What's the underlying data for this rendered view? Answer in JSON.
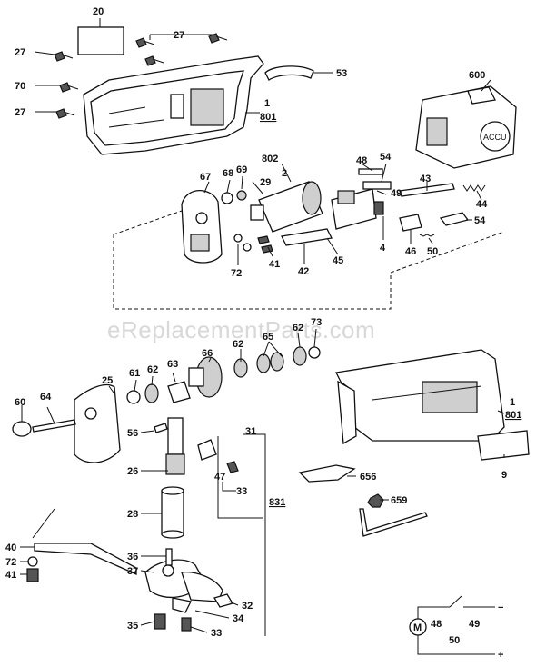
{
  "watermark": "eReplacementParts.com",
  "accu_label": "ACCU",
  "labels": {
    "p20": "20",
    "p27a": "27",
    "p27b": "27",
    "p27c": "27",
    "p70": "70",
    "p53": "53",
    "p600": "600",
    "p1a": "1",
    "p801a": "801",
    "p802": "802",
    "p2": "2",
    "p29": "29",
    "p68": "68",
    "p69": "69",
    "p67": "67",
    "p48": "48",
    "p54a": "54",
    "p49": "49",
    "p43": "43",
    "p44": "44",
    "p54b": "54",
    "p4": "4",
    "p46": "46",
    "p50": "50",
    "p45": "45",
    "p42": "42",
    "p41": "41",
    "p72a": "72",
    "p62a": "62",
    "p65": "65",
    "p62b": "62",
    "p73": "73",
    "p66": "66",
    "p25": "25",
    "p61": "61",
    "p62c": "62",
    "p63": "63",
    "p60": "60",
    "p64": "64",
    "p56": "56",
    "p31": "31",
    "p26": "26",
    "p47": "47",
    "p33a": "33",
    "p831": "831",
    "p28": "28",
    "p656": "656",
    "p659": "659",
    "p1b": "1",
    "p801b": "801",
    "p9": "9",
    "p40": "40",
    "p72b": "72",
    "p41b": "41",
    "p36": "36",
    "p37": "37",
    "p32": "32",
    "p34": "34",
    "p35": "35",
    "p33b": "33",
    "c48": "48",
    "c49": "49",
    "c50": "50",
    "cM": "M",
    "cminus": "−",
    "cplus": "+"
  }
}
